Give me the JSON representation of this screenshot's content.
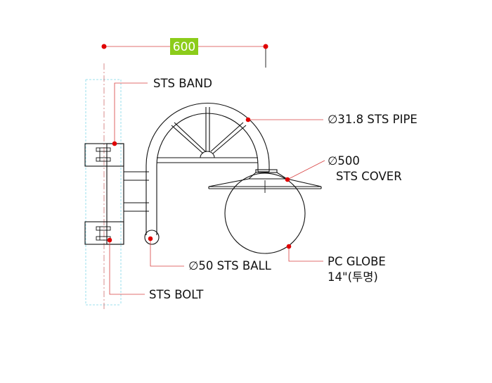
{
  "dimension": {
    "value": "600",
    "badge_color": "#8ccc1a"
  },
  "labels": {
    "sts_band": "STS BAND",
    "sts_pipe": "∅31.8 STS PIPE",
    "sts_cover_line1": "∅500",
    "sts_cover_line2": "STS COVER",
    "sts_ball": "∅50 STS BALL",
    "pc_globe_line1": "PC GLOBE",
    "pc_globe_line2": "14\"(투명)",
    "sts_bolt": "STS BOLT"
  },
  "colors": {
    "leader": "#d84040",
    "marker": "#e00000",
    "pole": "#7fd8e8",
    "line": "#111111"
  }
}
